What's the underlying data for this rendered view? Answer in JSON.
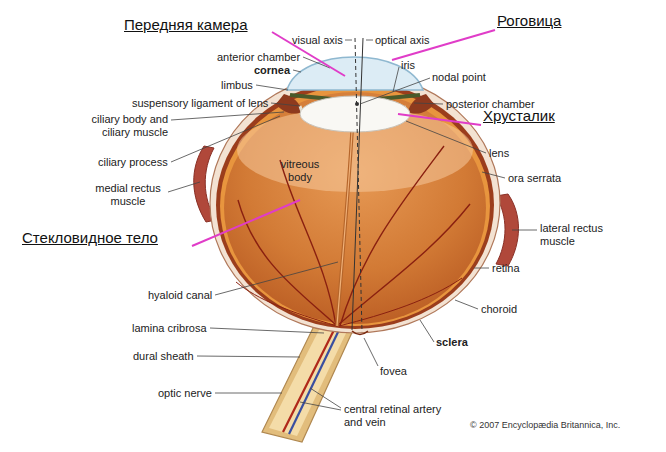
{
  "diagram": {
    "labels": [
      "Передняя камера",
      "Роговица",
      "visual axis",
      "optical axis",
      "anterior chamber",
      "cornea",
      "iris",
      "nodal point",
      "limbus",
      "suspensory ligament of lens",
      "posterior chamber",
      "Хрусталик",
      "ciliary body and ciliary muscle",
      "lens",
      "ciliary process",
      "vitreous body",
      "ora serrata",
      "medial rectus muscle",
      "lateral rectus muscle",
      "Стекловидное тело",
      "retina",
      "hyaloid canal",
      "choroid",
      "lamina cribrosa",
      "sclera",
      "dural sheath",
      "fovea",
      "optic nerve",
      "central retinal artery and vein",
      "© 2007 Encyclopædia Britannica, Inc."
    ]
  }
}
